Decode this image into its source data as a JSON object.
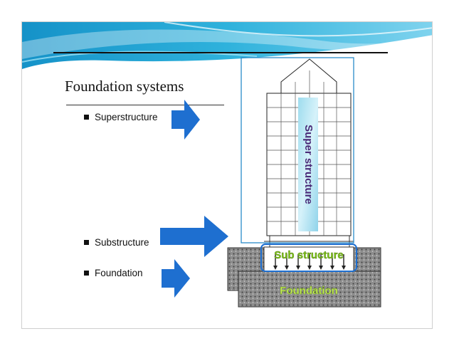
{
  "slide": {
    "title": "Foundation systems",
    "bullets": [
      {
        "label": "Superstructure"
      },
      {
        "label": "Substructure"
      },
      {
        "label": "Foundation"
      }
    ]
  },
  "figure": {
    "labels": {
      "super": "Super structure",
      "sub": "Sub structure",
      "foundation": "Foundation"
    }
  },
  "colors": {
    "banner_primary": "#1c8ec8",
    "arrow_blue": "#1e6fd0",
    "highlight_green": "#7fc31c",
    "label_purple": "#4a2b78",
    "frame_blue": "#2a8bc9"
  },
  "icons": [
    "right-arrow-icon",
    "bullet-square-icon"
  ]
}
